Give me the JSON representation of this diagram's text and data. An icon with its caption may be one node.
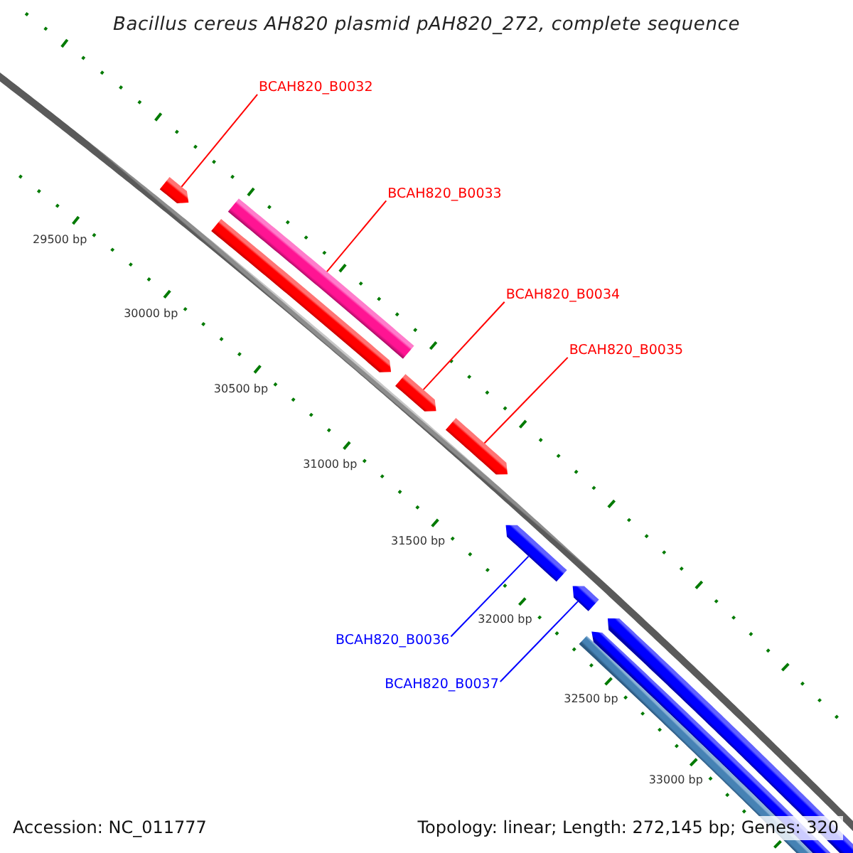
{
  "diagram": {
    "title": "Bacillus cereus AH820 plasmid pAH820_272, complete sequence",
    "nodes": [
      {
        "text": [
          "BCAH820_B0032"
        ]
      },
      {
        "text": [
          "BCAH820_B0033"
        ]
      },
      {
        "text": [
          "BCAH820_B0034"
        ]
      },
      {
        "text": [
          "BCAH820_B0035"
        ]
      },
      {
        "text": [
          "BCAH820_B0036"
        ]
      },
      {
        "text": [
          "BCAH820_B0037"
        ]
      },
      {
        "text": [],
        "shape": "pentagon"
      },
      {
        "text": [],
        "shape": "bar"
      },
      {
        "text": [],
        "shape": "pentagon"
      },
      {
        "text": [],
        "shape": "pentagon"
      },
      {
        "text": [],
        "shape": "pentagon"
      },
      {
        "text": [],
        "shape": "pentagon"
      },
      {
        "text": [],
        "shape": "pentagon"
      },
      {
        "text": [],
        "shape": "pentagon"
      },
      {
        "text": [],
        "shape": "pentagon"
      },
      {
        "text": [],
        "shape": "bar"
      }
    ],
    "edges": [
      {
        "from": 0,
        "to": 6,
        "arrow": "none"
      },
      {
        "from": 1,
        "to": 7,
        "arrow": "none"
      },
      {
        "from": 2,
        "to": 9,
        "arrow": "none"
      },
      {
        "from": 3,
        "to": 10,
        "arrow": "none"
      },
      {
        "from": 4,
        "to": 11,
        "arrow": "none",
        "color": "#0000ff"
      },
      {
        "from": 5,
        "to": 12,
        "arrow": "none",
        "color": "#0000ff"
      }
    ],
    "labels": [
      "29500 bp",
      "30000 bp",
      "30500 bp",
      "31000 bp",
      "31500 bp",
      "32000 bp",
      "32500 bp",
      "33000 bp",
      "Accession: NC_011777",
      "Topology: linear; Length: 272,145 bp; Genes: 320"
    ]
  }
}
